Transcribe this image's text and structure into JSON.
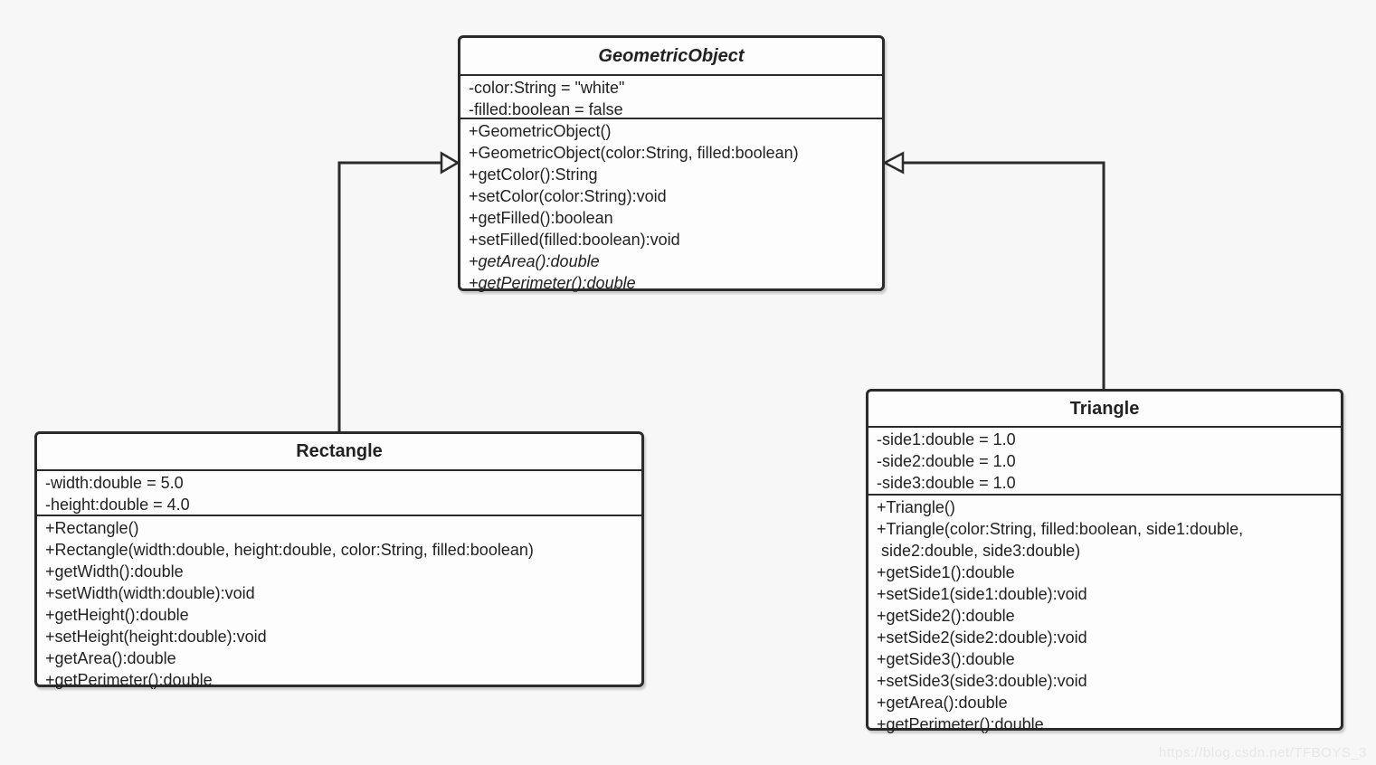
{
  "colors": {
    "background": "#f7f7f7",
    "stroke": "#2b2b2b",
    "box_fill": "#fdfdfd",
    "text": "#222222",
    "watermark_text": "#e7e7e7"
  },
  "watermark": "https://blog.csdn.net/TFBOYS_3",
  "classes": [
    {
      "name": "GeometricObject",
      "abstract": true,
      "attributes": [
        "-color:String = \"white\"",
        "-filled:boolean = false"
      ],
      "methods": [
        "+GeometricObject()",
        "+GeometricObject(color:String, filled:boolean)",
        "+getColor():String",
        "+setColor(color:String):void",
        "+getFilled():boolean",
        "+setFilled(filled:boolean):void",
        "+getArea():double",
        "+getPerimeter():double"
      ],
      "abstract_method_indexes": [
        6,
        7
      ]
    },
    {
      "name": "Rectangle",
      "abstract": false,
      "attributes": [
        "-width:double = 5.0",
        "-height:double = 4.0"
      ],
      "methods": [
        "+Rectangle()",
        "+Rectangle(width:double, height:double, color:String, filled:boolean)",
        "+getWidth():double",
        "+setWidth(width:double):void",
        "+getHeight():double",
        "+setHeight(height:double):void",
        "+getArea():double",
        "+getPerimeter():double"
      ]
    },
    {
      "name": "Triangle",
      "abstract": false,
      "attributes": [
        "-side1:double = 1.0",
        "-side2:double = 1.0",
        "-side3:double = 1.0"
      ],
      "methods": [
        "+Triangle()",
        "+Triangle(color:String, filled:boolean, side1:double,",
        " side2:double, side3:double)",
        "+getSide1():double",
        "+setSide1(side1:double):void",
        "+getSide2():double",
        "+setSide2(side2:double):void",
        "+getSide3():double",
        "+setSide3(side3:double):void",
        "+getArea():double",
        "+getPerimeter():double"
      ]
    }
  ],
  "relations": [
    {
      "type": "generalization",
      "from": "Rectangle",
      "to": "GeometricObject"
    },
    {
      "type": "generalization",
      "from": "Triangle",
      "to": "GeometricObject"
    }
  ]
}
